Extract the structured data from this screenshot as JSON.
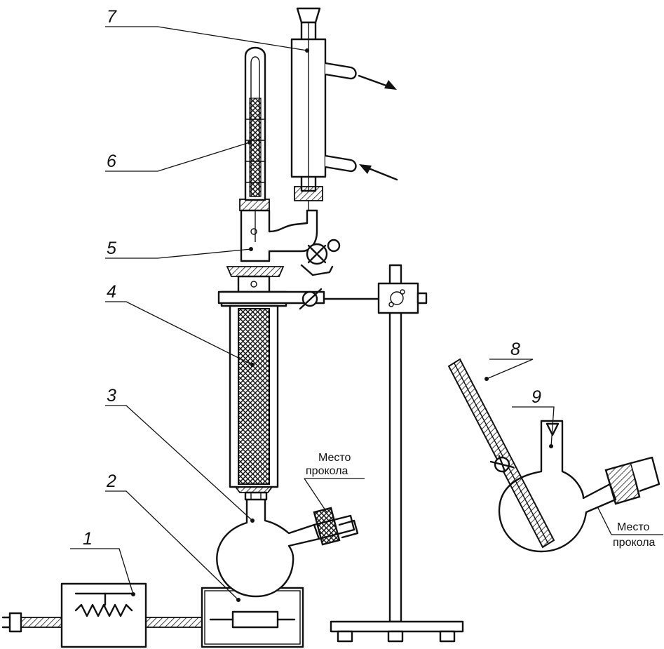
{
  "callouts": [
    "1",
    "2",
    "3",
    "4",
    "5",
    "6",
    "7",
    "8",
    "9"
  ],
  "puncture_label": {
    "line1": "Место",
    "line2": "прокола"
  },
  "colors": {
    "ink": "#111111",
    "paper": "#ffffff"
  },
  "icons": {
    "inlet_arrow": "arrow-in-icon",
    "outlet_arrow": "arrow-out-icon",
    "plug": "power-plug-icon"
  }
}
